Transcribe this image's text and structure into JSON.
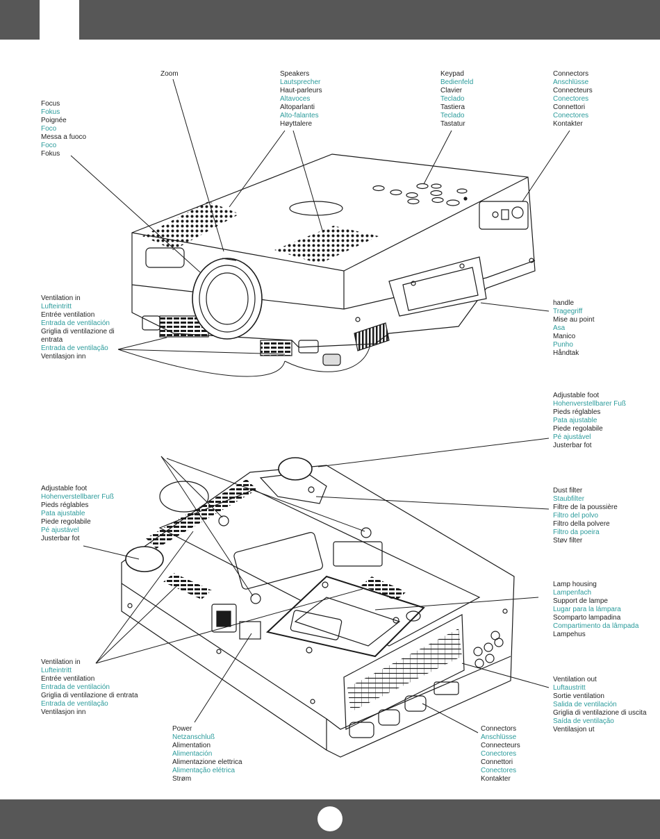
{
  "colors": {
    "bar": "#575757",
    "accent": "#2b9b9b",
    "text": "#222222",
    "line": "#1a1a1a"
  },
  "header": {
    "page_tab": ""
  },
  "footer": {
    "page_number": ""
  },
  "labels": {
    "zoom": [
      "Zoom"
    ],
    "speakers": [
      "Speakers",
      "Lautsprecher",
      "Haut-parleurs",
      "Altavoces",
      "Altoparlanti",
      "Alto-falantes",
      "Høyttalere"
    ],
    "keypad": [
      "Keypad",
      "Bedienfeld",
      "Clavier",
      "Teclado",
      "Tastiera",
      "Teclado",
      "Tastatur"
    ],
    "connectors_top": [
      "Connectors",
      "Anschlüsse",
      "Connecteurs",
      "Conectores",
      "Connettori",
      "Conectores",
      "Kontakter"
    ],
    "focus": [
      "Focus",
      "Fokus",
      "Poignée",
      "Foco",
      "Messa a fuoco",
      "Foco",
      "Fokus"
    ],
    "ventilation_top": [
      "Ventilation in",
      "Lufteintritt",
      "Entrée ventilation",
      "Entrada de ventilación",
      "Griglia di ventilazione di",
      "entrata",
      "Entrada de ventilação",
      "Ventilasjon inn"
    ],
    "handle": [
      "handle",
      "Tragegriff",
      "Mise au point",
      "Asa",
      "Manico",
      "Punho",
      "Håndtak"
    ],
    "adjustable_foot_right": [
      "Adjustable foot",
      "Hohenverstellbarer Fuß",
      "Pieds réglables",
      "Pata ajustable",
      "Piede regolabile",
      "Pé ajustável",
      "Justerbar fot"
    ],
    "adjustable_foot_left": [
      "Adjustable foot",
      "Hohenverstellbarer Fuß",
      "Pieds réglables",
      "Pata ajustable",
      "Piede regolabile",
      "Pé ajustável",
      "Justerbar fot"
    ],
    "dust_filter": [
      "Dust filter",
      "Staubfilter",
      "Filtre de la poussière",
      "Filtro del polvo",
      "Filtro della polvere",
      "Filtro da poeira",
      "Støv filter"
    ],
    "lamp_housing": [
      "Lamp housing",
      "Lampenfach",
      "Support de lampe",
      "Lugar para la lámpara",
      "Scomparto lampadina",
      "Compartimento da lâmpada",
      "Lampehus"
    ],
    "ventilation_bottom": [
      "Ventilation in",
      "Lufteintritt",
      "Entrée ventilation",
      "Entrada de ventilación",
      "Griglia di ventilazione di entrata",
      "Entrada de ventilação",
      "Ventilasjon inn"
    ],
    "ventilation_out": [
      "Ventilation out",
      "Luftaustritt",
      "Sortie ventilation",
      "Salida de ventilación",
      "Griglia di ventilazione di uscita",
      "Saída de ventilação",
      "Ventilasjon ut"
    ],
    "power": [
      "Power",
      "Netzanschluß",
      "Alimentation",
      "Alimentación",
      "Alimentazione elettrica",
      "Alimentação elétrica",
      "Strøm"
    ],
    "connectors_bottom": [
      "Connectors",
      "Anschlüsse",
      "Connecteurs",
      "Conectores",
      "Connettori",
      "Conectores",
      "Kontakter"
    ]
  }
}
